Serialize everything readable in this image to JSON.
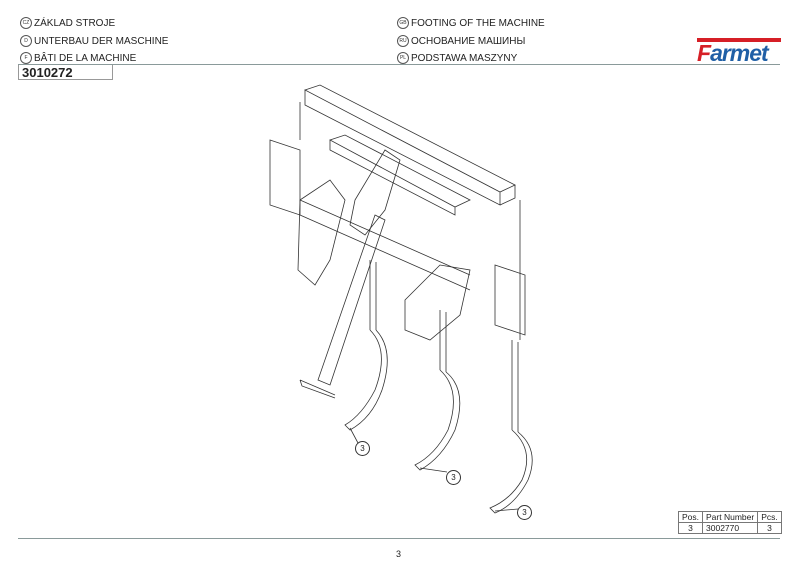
{
  "titles": {
    "cz": {
      "code": "CZ",
      "text": "ZÁKLAD STROJE"
    },
    "d": {
      "code": "D",
      "text": "UNTERBAU DER MASCHINE"
    },
    "f": {
      "code": "F",
      "text": "BÂTI DE LA MACHINE"
    },
    "gb": {
      "code": "GB",
      "text": "FOOTING OF THE MACHINE"
    },
    "ru": {
      "code": "RU",
      "text": "ОСНОВАНИЕ МАШИНЫ"
    },
    "pl": {
      "code": "PL",
      "text": "PODSTAWA MASZYNY"
    }
  },
  "assembly_number": "3010272",
  "logo": {
    "first": "F",
    "rest": "armet",
    "colors": {
      "red": "#d61f26",
      "blue": "#1f5fa6"
    }
  },
  "callouts": [
    "3",
    "3",
    "3"
  ],
  "parts_table": {
    "headers": [
      "Pos.",
      "Part Number",
      "Pcs."
    ],
    "rows": [
      {
        "pos": "3",
        "part_number": "3002770",
        "pcs": "3"
      }
    ]
  },
  "page_number": "3"
}
